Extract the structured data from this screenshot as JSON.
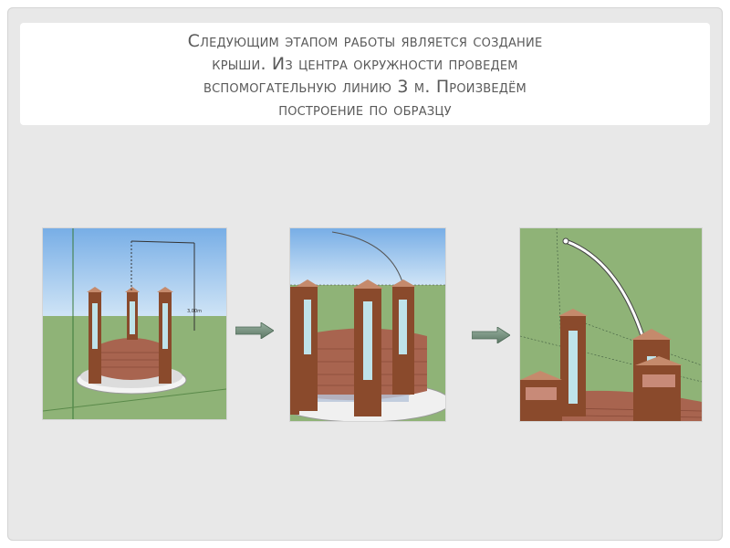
{
  "slide": {
    "title_lines": [
      "Следующим этапом работы является создание",
      "крыши. Из центра окружности проведем",
      "вспомогательную линию 3 м.  Произведём",
      "построение по образцу"
    ]
  },
  "images": [
    {
      "name": "step-1-auxiliary-line-image",
      "label": "3,00m"
    },
    {
      "name": "step-2-arc-image"
    },
    {
      "name": "step-3-closeup-arc-image"
    }
  ],
  "arrows": [
    {
      "name": "arrow-right-icon-1"
    },
    {
      "name": "arrow-right-icon-2"
    }
  ],
  "colors": {
    "sky": "#7fb4e6",
    "grass": "#8fb377",
    "brick": "#a8644f",
    "wood": "#8a4a2c",
    "glass": "#bfe3ea",
    "arrow": "#6f8a78"
  }
}
